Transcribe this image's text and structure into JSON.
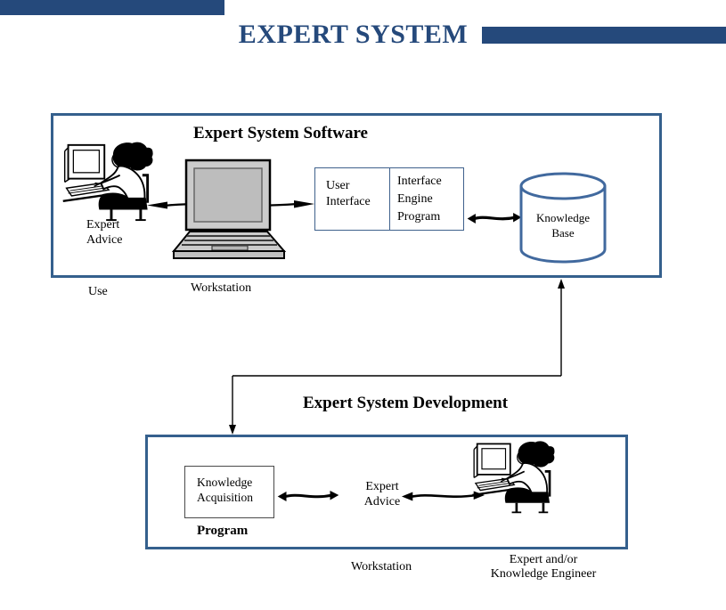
{
  "header": {
    "title": "EXPERT SYSTEM"
  },
  "top_section": {
    "title": "Expert System Software",
    "advice_line1": "Expert",
    "advice_line2": "Advice",
    "use_label": "Use",
    "workstation_label": "Workstation",
    "interface_box": {
      "left_line1": "User",
      "left_line2": "Interface",
      "right_line1": "Interface",
      "right_line2": "Engine",
      "right_line3": "Program"
    },
    "knowledge_base": {
      "line1": "Knowledge",
      "line2": "Base"
    }
  },
  "development_section": {
    "title": "Expert System Development",
    "knowledge_acquisition": {
      "line1": "Knowledge",
      "line2": "Acquisition"
    },
    "program_label": "Program",
    "advice_line1": "Expert",
    "advice_line2": "Advice",
    "workstation_label": "Workstation",
    "engineer_line1": "Expert and/or",
    "engineer_line2": "Knowledge Engineer"
  },
  "icons": {
    "person_top": "person-at-computer-icon",
    "laptop": "laptop-icon",
    "knowledge_base": "database-cylinder-icon",
    "person_bottom": "person-at-computer-icon",
    "arrows": "double-headed-arrow-icon"
  },
  "colors": {
    "navy": "#25497b",
    "box_border": "#35608d",
    "cylinder_stroke": "#41699e",
    "laptop_gray": "#cbcbcb"
  }
}
